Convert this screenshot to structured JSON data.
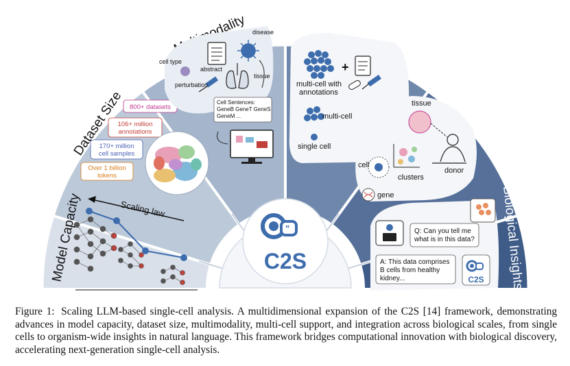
{
  "sectors": {
    "model_capacity": {
      "title": "Model Capacity",
      "scaling_law": "Scaling law"
    },
    "dataset_size": {
      "title": "Dataset Size",
      "stats": [
        "800+ datasets",
        "106+ million",
        "annotations",
        "170+ million",
        "cell samples",
        "Over 1 billion",
        "tokens"
      ]
    },
    "multimodality": {
      "title": "Multimodality",
      "labels": {
        "disease": "disease",
        "cell_type": "cell type",
        "abstract": "abstract",
        "tissue": "tissue",
        "perturbation": "perturbation"
      },
      "cell_sentences": [
        "Cell Sentences:",
        "GeneB GeneT GeneS",
        "GeneM ..."
      ]
    },
    "context_diversity": {
      "title": "Context Diversity",
      "labels": [
        "multi-cell with",
        "annotations",
        "multi-cell",
        "single cell"
      ],
      "plus": "+"
    },
    "biological_scales": {
      "title": "Biological Scales",
      "labels": {
        "tissue": "tissue",
        "cell": "cell",
        "clusters": "clusters",
        "donor": "donor",
        "gene": "gene"
      }
    },
    "biological_insights": {
      "title": "Biological Insights",
      "question": [
        "Q: Can you tell me",
        "what is in this data?"
      ],
      "answer": [
        "A: This data comprises",
        "B cells from healthy",
        "kidney..."
      ],
      "logo_small": "C2S"
    }
  },
  "center_logo": "C2S",
  "colors": {
    "model_capacity": "#d9e0ea",
    "dataset_size": "#bcc9d9",
    "multimodality": "#a4b5cc",
    "context_diversity": "#6f87ab",
    "biological_scales": "#56709a",
    "biological_insights": "#3f5c88",
    "accent_blue": "#3d6dad",
    "dataset_pink": "#c2378f",
    "dataset_red": "#c2403a",
    "dataset_blue": "#4a62b4",
    "dataset_orange": "#d67c1c"
  },
  "caption": {
    "label": "Figure 1:",
    "text": "Scaling LLM-based single-cell analysis. A multidimensional expansion of the C2S [14] framework, demonstrating advances in model capacity, dataset size, multimodality, multi-cell support, and integration across biological scales, from single cells to organism-wide insights in natural language. This framework bridges computational innovation with biological discovery, accelerating next-generation single-cell analysis."
  }
}
